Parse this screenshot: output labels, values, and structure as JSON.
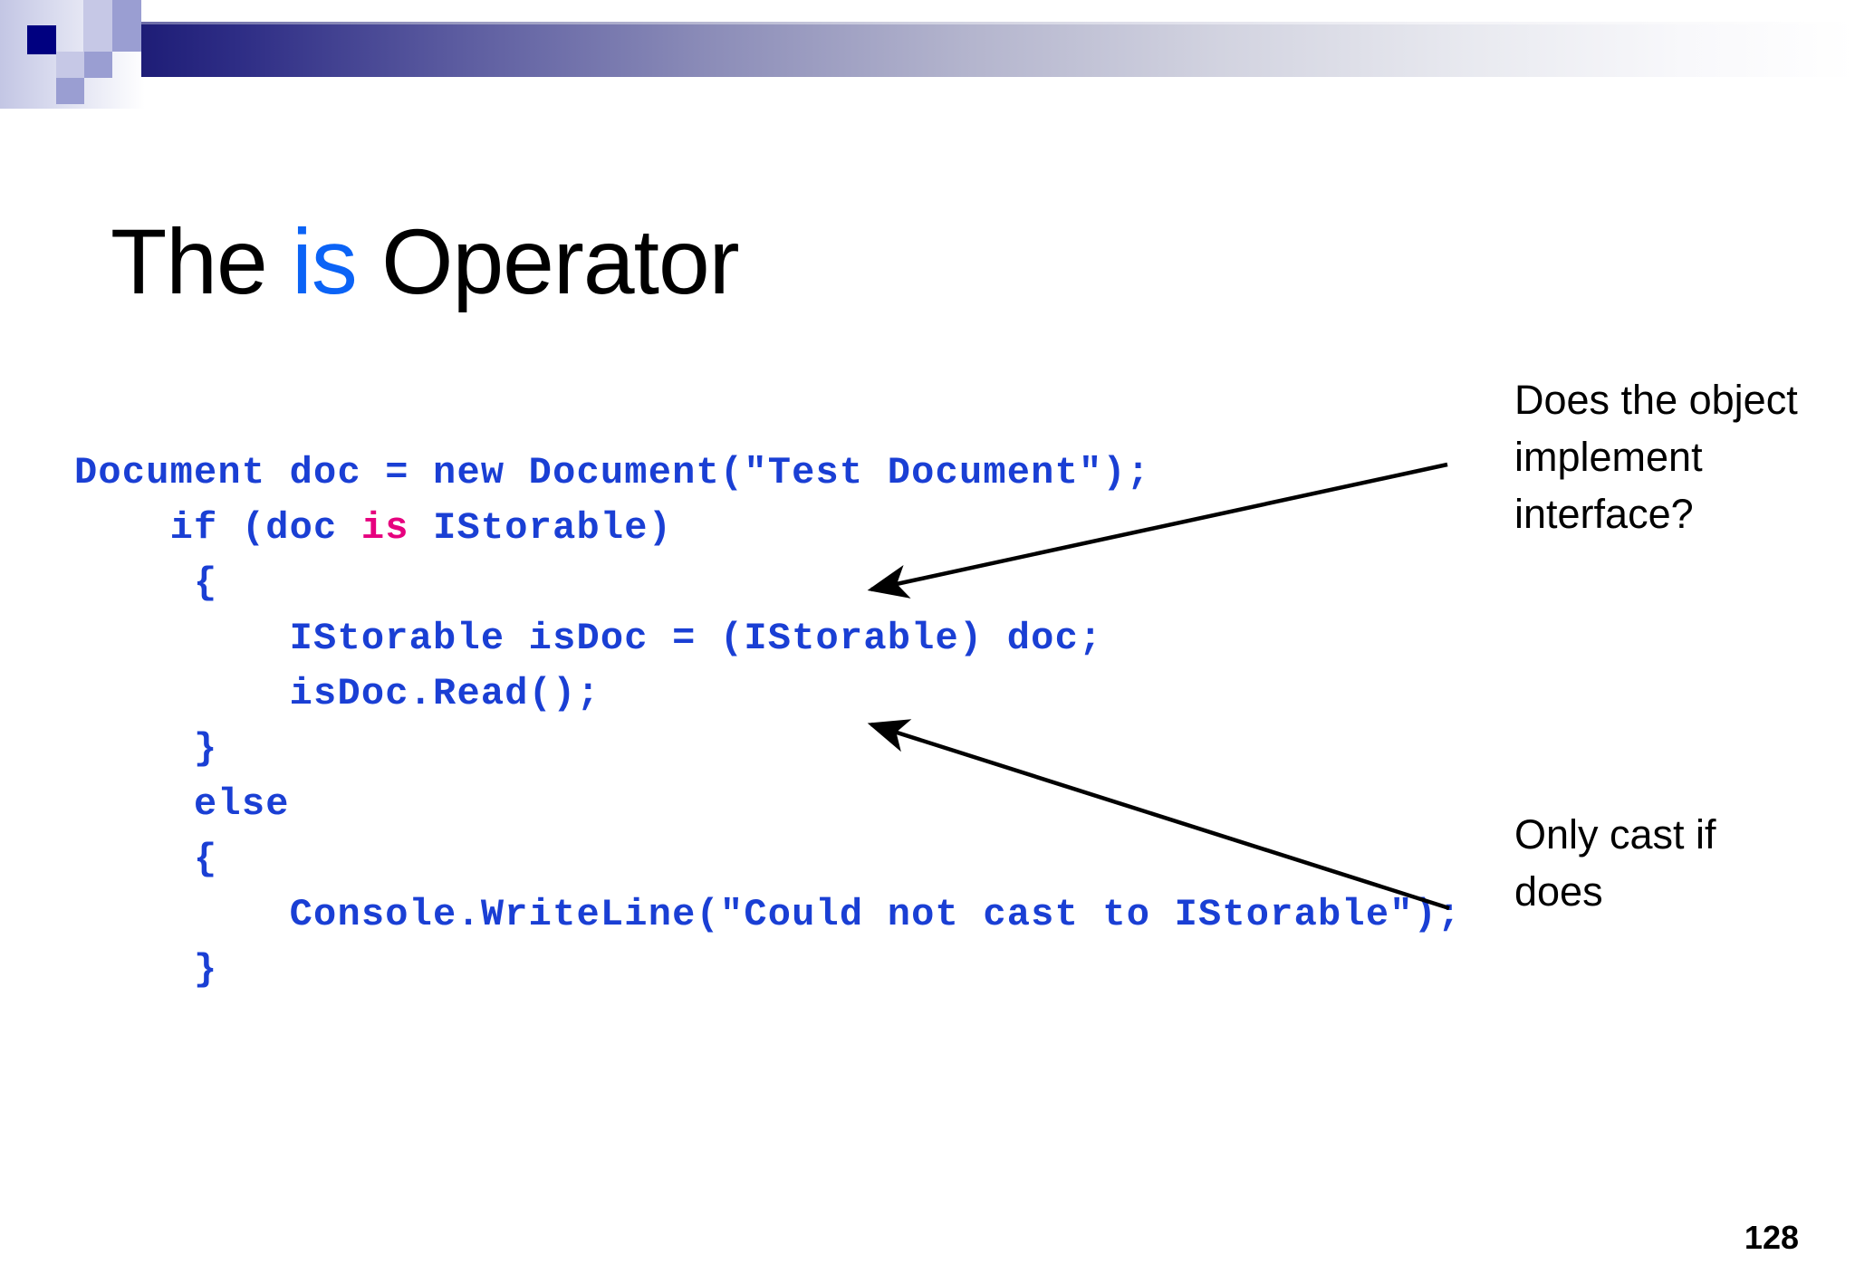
{
  "slide": {
    "title_prefix": "The ",
    "title_keyword": "is",
    "title_suffix": " Operator",
    "page_number": "128",
    "accent_keyword_color": "#0b63f6",
    "code_color": "#1a3fd4",
    "is_operator_color": "#e6007e",
    "deco_navy_color": "#000080",
    "deco_light_color": "#c6c8e6",
    "deco_mid_color": "#9a9ed2"
  },
  "code": {
    "line_1": "Document doc = new Document(\"Test Document\");",
    "line_2_pre": "    if (doc ",
    "line_2_kw": "is",
    "line_2_post": " IStorable)",
    "line_3": "     {",
    "line_4": "         IStorable isDoc = (IStorable) doc;",
    "line_5": "         isDoc.Read();",
    "line_6": "     }",
    "line_7": "     else",
    "line_8": "     {",
    "line_9": "         Console.WriteLine(\"Could not cast to IStorable\");",
    "line_10": "     }"
  },
  "annotations": {
    "first": "Does the object implement interface?",
    "second": "Only cast if does"
  }
}
